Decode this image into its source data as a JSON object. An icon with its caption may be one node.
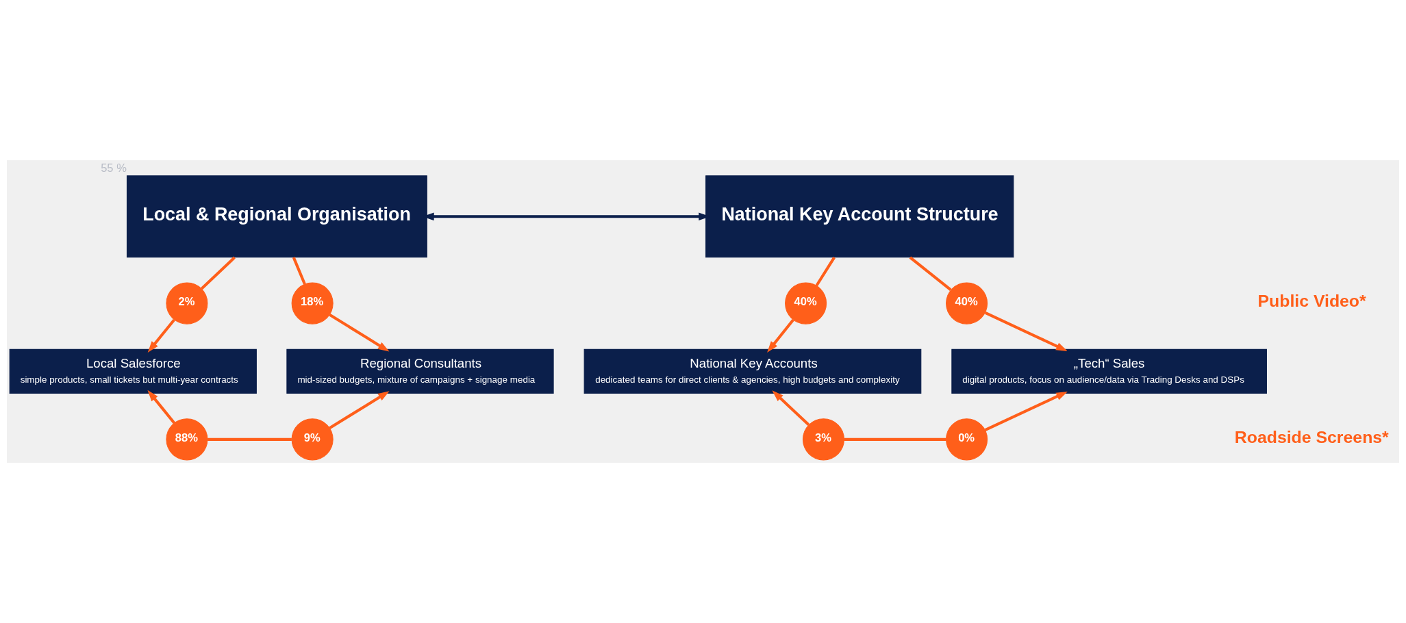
{
  "diagram": {
    "nodes": [
      {
        "text": [
          "Local & Regional Organisation"
        ],
        "beside": [
          "55 %"
        ]
      },
      {
        "text": [
          "National Key Account Structure"
        ]
      },
      {
        "text": [
          "2%"
        ]
      },
      {
        "text": [
          "18%"
        ]
      },
      {
        "text": [
          "Local Salesforce",
          "simple products, small tickets but multi-year contracts"
        ]
      },
      {
        "text": [
          "Regional Consultants",
          "mid-sized budgets, mixture of campaigns + signage media"
        ]
      },
      {
        "text": [
          "88%"
        ]
      },
      {
        "text": [
          "9%"
        ]
      },
      {
        "text": [
          "40%"
        ]
      },
      {
        "text": [
          "40%"
        ]
      },
      {
        "text": [
          "National Key Accounts",
          "dedicated teams for direct clients & agencies, high budgets and complexity"
        ]
      },
      {
        "text": [
          "„Tech“ Sales",
          "digital products, focus on audience/data via Trading Desks and DSPs"
        ]
      },
      {
        "text": [
          "3%"
        ]
      },
      {
        "text": [
          "0%"
        ]
      }
    ],
    "edges": [
      {
        "from": 0,
        "to": 1,
        "arrow": "both",
        "color": "#0b1f4b"
      },
      {
        "from": 0,
        "to": 2,
        "arrow": "none"
      },
      {
        "from": 0,
        "to": 3,
        "arrow": "none"
      },
      {
        "from": 2,
        "to": 4,
        "arrow": "to"
      },
      {
        "from": 3,
        "to": 5,
        "arrow": "to"
      },
      {
        "from": 6,
        "to": 4,
        "arrow": "to"
      },
      {
        "from": 7,
        "to": 5,
        "arrow": "to"
      },
      {
        "from": 6,
        "to": 7,
        "arrow": "none"
      },
      {
        "from": 1,
        "to": 8,
        "arrow": "none"
      },
      {
        "from": 1,
        "to": 9,
        "arrow": "none"
      },
      {
        "from": 8,
        "to": 10,
        "arrow": "to"
      },
      {
        "from": 9,
        "to": 11,
        "arrow": "to"
      },
      {
        "from": 12,
        "to": 10,
        "arrow": "to"
      },
      {
        "from": 13,
        "to": 11,
        "arrow": "to"
      },
      {
        "from": 12,
        "to": 13,
        "arrow": "none"
      }
    ],
    "labels": [
      "Public Video*",
      "Roadside Screens*"
    ]
  }
}
